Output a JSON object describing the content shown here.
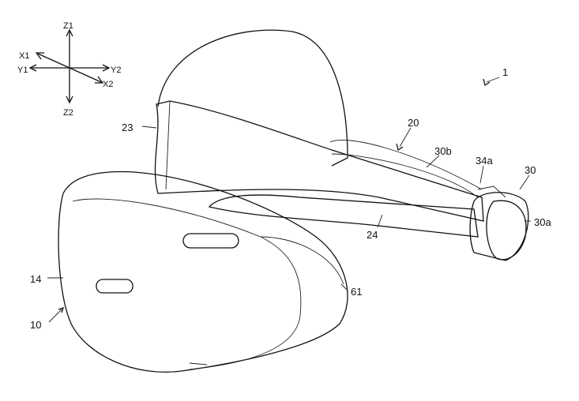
{
  "axes": {
    "z1": "Z1",
    "z2": "Z2",
    "x1": "X1",
    "x2": "X2",
    "y1": "Y1",
    "y2": "Y2"
  },
  "labels": {
    "device": "1",
    "headband": "20",
    "band_top": "23",
    "strap": "30b",
    "button": "34a",
    "rear_unit": "30",
    "rear_cap": "30a",
    "arm": "24",
    "front_cover": "14",
    "main_unit": "10",
    "shield": "61"
  }
}
